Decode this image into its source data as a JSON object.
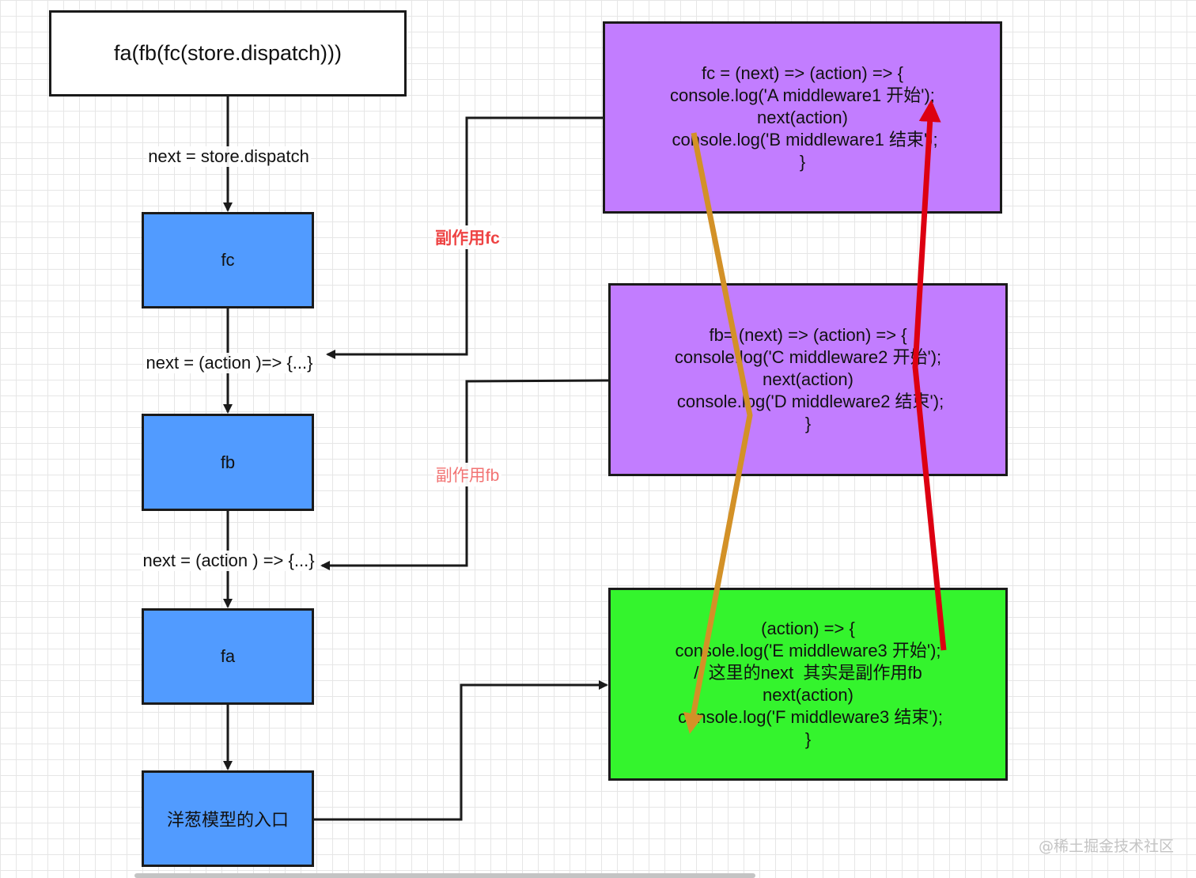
{
  "diagram": {
    "top_expression": "fa(fb(fc(store.dispatch)))",
    "edge_labels": {
      "next_dispatch": "next = store.dispatch",
      "next_action_1": "next = (action )=> {...}",
      "next_action_2": "next = (action ) => {...}"
    },
    "blue_nodes": {
      "fc": "fc",
      "fb": "fb",
      "fa": "fa",
      "entry": "洋葱模型的入口"
    },
    "side_effect_labels": {
      "fc": "副作用fc",
      "fb": "副作用fb"
    },
    "code_blocks": {
      "fc": {
        "lines": [
          "fc = (next) => (action) => {",
          "console.log('A middleware1 开始');",
          "next(action)",
          " console.log('B middleware1 结束');",
          "}"
        ],
        "color": "#c27dff"
      },
      "fb": {
        "lines": [
          "fb= (next) => (action) => {",
          "console.log('C middleware2 开始');",
          "next(action)",
          " console.log('D middleware2 结束');",
          "}"
        ],
        "color": "#c27dff"
      },
      "fa": {
        "lines": [
          "(action) => {",
          "console.log('E middleware3 开始');",
          "// 这里的next  其实是副作用fb",
          "next(action)",
          " console.log('F middleware3 结束');",
          "}"
        ],
        "color": "#34f42d"
      }
    },
    "arrow_colors": {
      "connector": "#1a1a1a",
      "down_flow": "#d39127",
      "up_flow": "#dd0011"
    },
    "node_color": "#519bff"
  },
  "watermark": "@稀土掘金技术社区"
}
